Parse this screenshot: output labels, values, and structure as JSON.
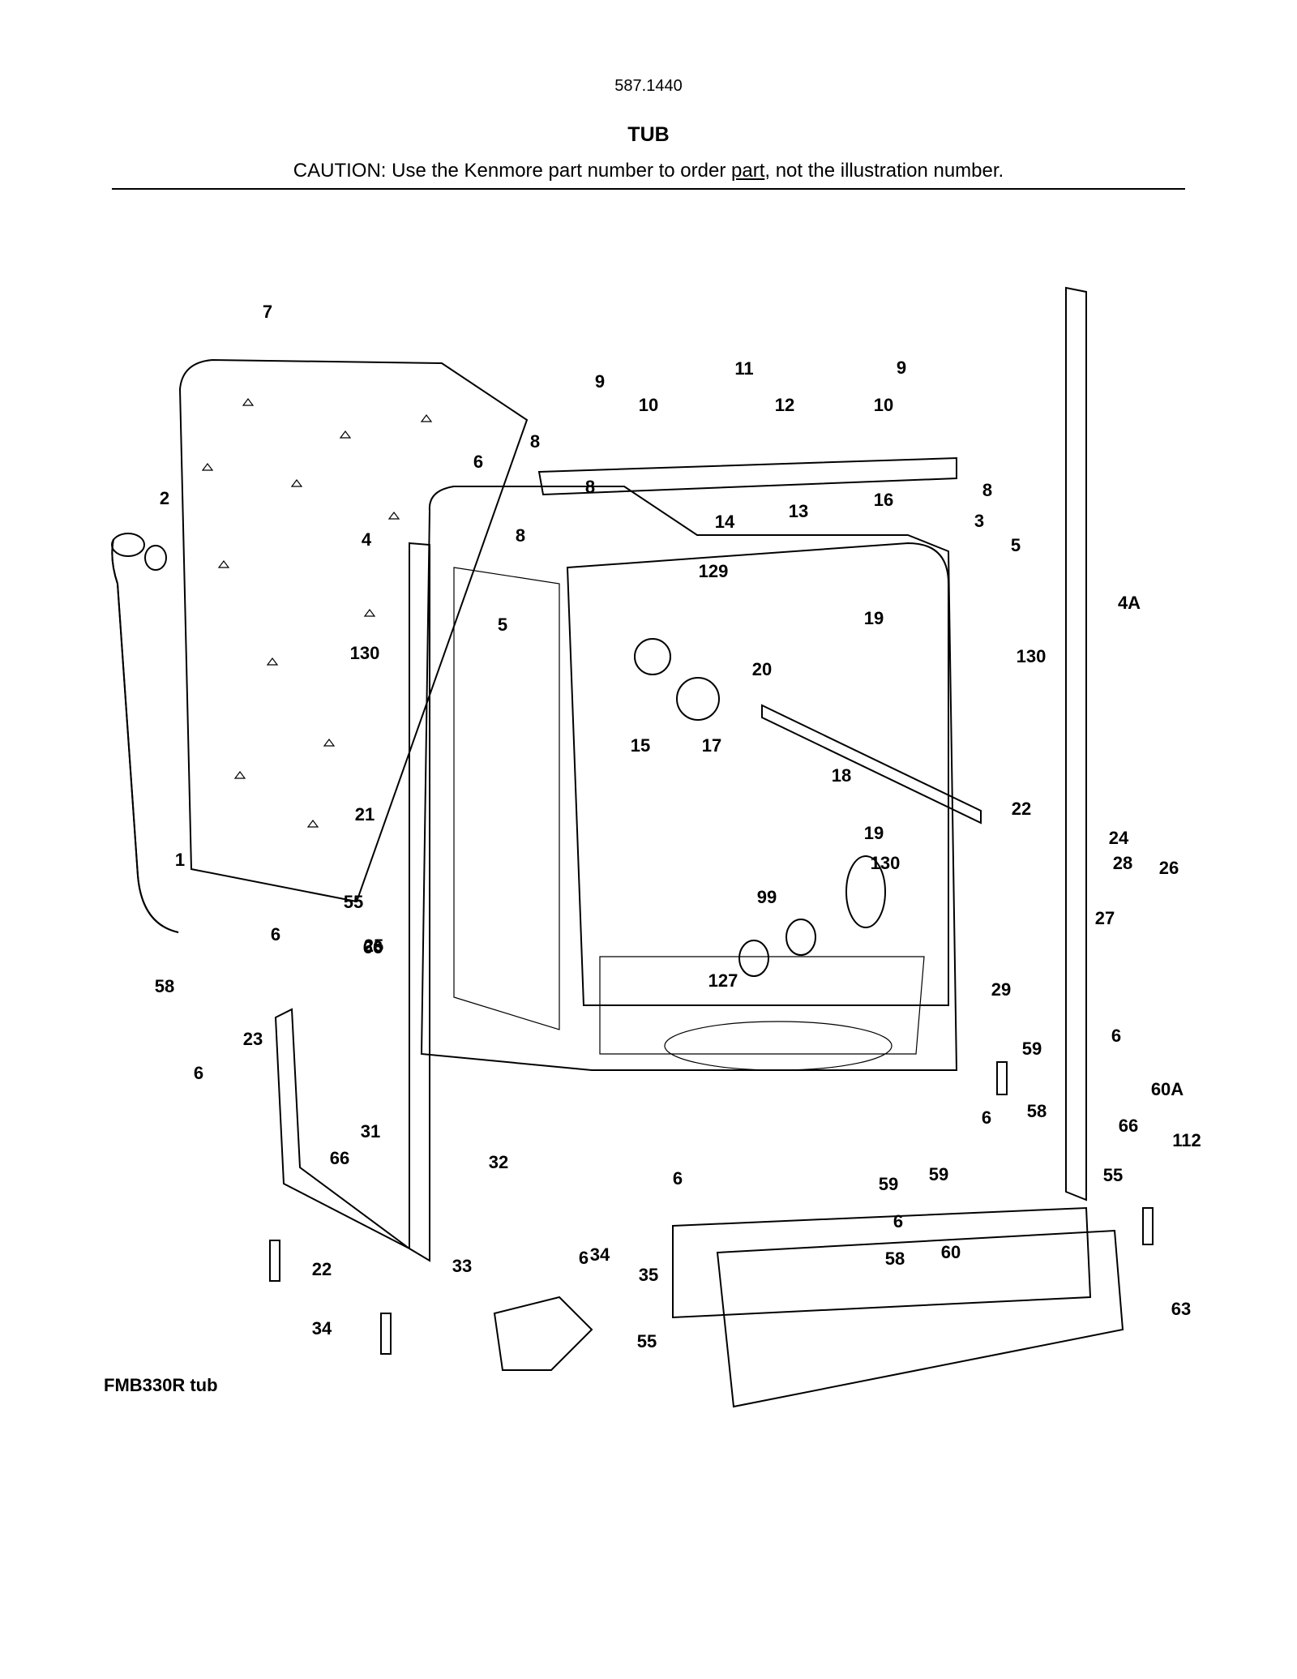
{
  "header": {
    "model_number": "587.1440",
    "section_title": "TUB",
    "caution_prefix": "CAUTION: Use the Kenmore part number to order ",
    "caution_link": "part",
    "caution_suffix": ", not the illustration number."
  },
  "diagram": {
    "caption": "FMB330R tub",
    "callouts": [
      "7",
      "2",
      "1",
      "9",
      "10",
      "8",
      "6",
      "8",
      "8",
      "11",
      "12",
      "9",
      "10",
      "16",
      "8",
      "14",
      "13",
      "3",
      "4",
      "5",
      "129",
      "5",
      "4A",
      "130",
      "130",
      "19",
      "20",
      "15",
      "17",
      "18",
      "19",
      "130",
      "21",
      "22",
      "24",
      "28",
      "26",
      "27",
      "99",
      "127",
      "55",
      "6",
      "66",
      "58",
      "23",
      "25",
      "29",
      "59",
      "6",
      "60A",
      "6",
      "58",
      "66",
      "55",
      "112",
      "6",
      "32",
      "31",
      "66",
      "6",
      "6",
      "59",
      "58",
      "60",
      "6",
      "59",
      "22",
      "33",
      "34",
      "34",
      "35",
      "55",
      "63"
    ]
  }
}
